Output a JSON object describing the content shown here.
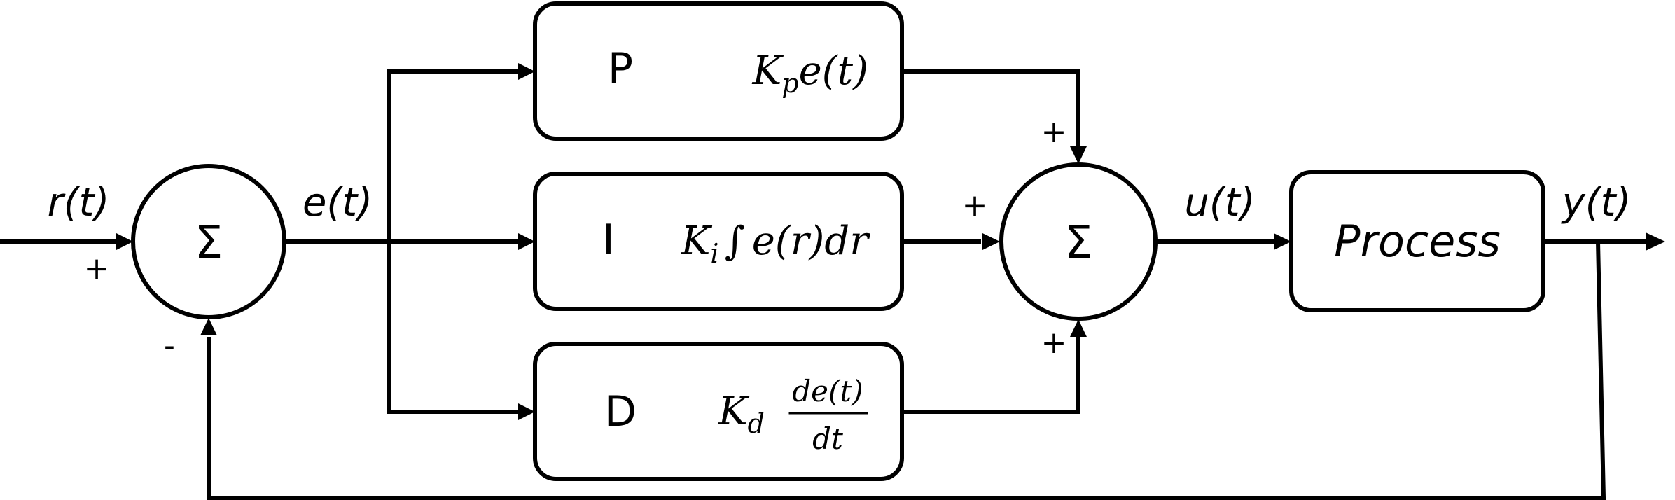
{
  "signals": {
    "reference": "r(t)",
    "error": "e(t)",
    "control": "u(t)",
    "output": "y(t)"
  },
  "signs": {
    "reference_in": "+",
    "feedback_in": "-",
    "p_in": "+",
    "i_in": "+",
    "d_in": "+"
  },
  "summing_symbol": "Σ",
  "blocks": {
    "p": {
      "letter": "P",
      "gain_base": "K",
      "gain_sub": "p",
      "term": "e(t)"
    },
    "i": {
      "letter": "I",
      "gain_base": "K",
      "gain_sub": "i",
      "integral": "∫",
      "term": "e(r)dr"
    },
    "d": {
      "letter": "D",
      "gain_base": "K",
      "gain_sub": "d",
      "numerator": "de(t)",
      "denominator": "dt"
    },
    "process": {
      "label": "Process"
    }
  }
}
